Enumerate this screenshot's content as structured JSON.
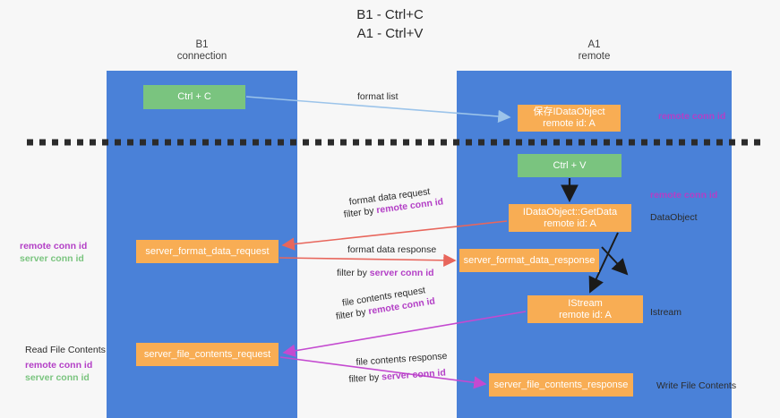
{
  "title": {
    "line1": "B1 - Ctrl+C",
    "line2": "A1 - Ctrl+V"
  },
  "lanes": [
    {
      "id": "b1",
      "name": "B1",
      "sub": "connection",
      "color": "#4a81d8"
    },
    {
      "id": "a1",
      "name": "A1",
      "sub": "remote",
      "color": "#4a81d8"
    }
  ],
  "boxes": {
    "ctrl_c": {
      "label": "Ctrl + C",
      "color": "#7ac47f"
    },
    "save_idataobject": {
      "line1": "保存IDataObject",
      "line2": "remote id: A",
      "color": "#f8ad54"
    },
    "ctrl_v": {
      "label": "Ctrl + V",
      "color": "#7ac47f"
    },
    "getdata": {
      "line1": "IDataObject::GetData",
      "line2": "remote id: A",
      "color": "#f8ad54"
    },
    "server_format_data_request": {
      "label": "server_format_data_request",
      "color": "#f8ad54"
    },
    "server_format_data_response": {
      "label": "server_format_data_response",
      "color": "#f8ad54"
    },
    "istream": {
      "line1": "IStream",
      "line2": "remote id: A",
      "color": "#f8ad54"
    },
    "server_file_contents_request": {
      "label": "server_file_contents_request",
      "color": "#f8ad54"
    },
    "server_file_contents_response": {
      "label": "server_file_contents_response",
      "color": "#f8ad54"
    }
  },
  "edge_labels": {
    "format_list": "format list",
    "format_data_request": "format data request",
    "format_data_request_filter_prefix": "filter by ",
    "format_data_request_filter_key": "remote conn id",
    "format_data_response": "format data response",
    "format_data_response_filter_prefix": "filter by ",
    "format_data_response_filter_key": "server conn id",
    "file_contents_request": "file contents request",
    "file_contents_request_filter_prefix": "filter by ",
    "file_contents_request_filter_key": "remote conn id",
    "file_contents_response": "file contents response",
    "file_contents_response_filter_prefix": "filter by ",
    "file_contents_response_filter_key": "server conn id"
  },
  "annotations": {
    "right_remote_conn_id_top": "remote conn id",
    "right_remote_conn_id_mid": "remote conn id",
    "right_dataobject": "DataObject",
    "right_istream": "Istream",
    "right_write_file_contents": "Write File Contents",
    "left_remote_conn_id_top": "remote conn id",
    "left_server_conn_id_top": "server conn id",
    "left_read_file_contents": "Read File Contents",
    "left_remote_conn_id_bottom": "remote conn id",
    "left_server_conn_id_bottom": "server conn id"
  },
  "colors": {
    "lane": "#4a81d8",
    "green_box": "#7ac47f",
    "orange_box": "#f8ad54",
    "purple_text": "#b33fc6",
    "green_text": "#7ac47f",
    "arrow_light_blue": "#9cc4ea",
    "arrow_red": "#e8665c",
    "arrow_magenta": "#c44ad0",
    "arrow_black": "#1a1a1a",
    "divider": "#2b2b2b",
    "background": "#f7f7f7"
  },
  "divider": {
    "style": "dashed",
    "label": ""
  }
}
